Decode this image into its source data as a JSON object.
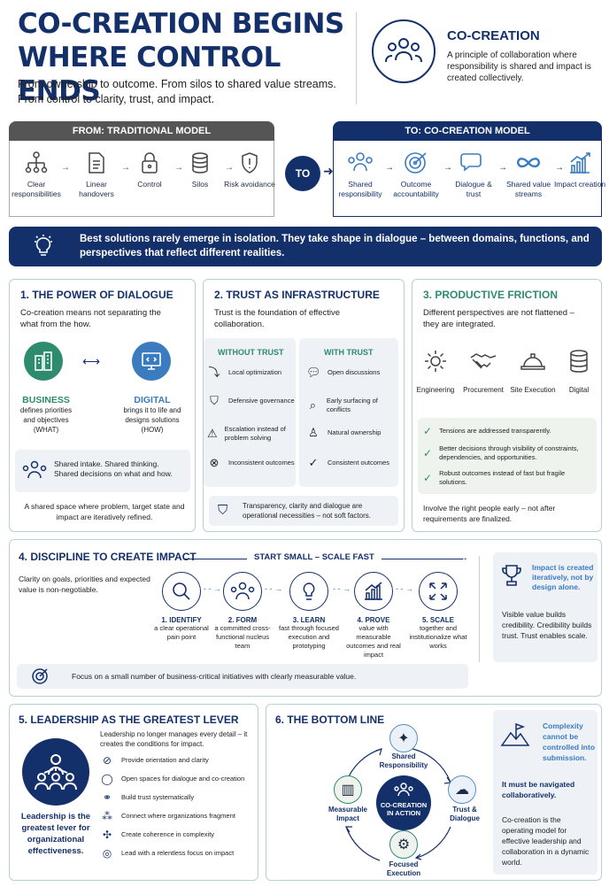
{
  "header": {
    "title_line1": "CO-CREATION BEGINS",
    "title_line2": "WHERE CONTROL ENDS",
    "subtitle_line1": "From ownership to outcome. From silos to shared value streams.",
    "subtitle_line2": "From control to clarity, trust, and impact.",
    "co_title": "CO-CREATION",
    "co_desc": "A principle of collaboration where responsibility is shared and impact is created collectively."
  },
  "from": {
    "label": "FROM: TRADITIONAL MODEL",
    "items": [
      "Clear responsibilities",
      "Linear handovers",
      "Control",
      "Silos",
      "Risk avoidance"
    ]
  },
  "to_label": "TO",
  "to": {
    "label": "TO: CO-CREATION MODEL",
    "items": [
      "Shared responsibility",
      "Outcome accountability",
      "Dialogue & trust",
      "Shared value streams",
      "Impact creation"
    ]
  },
  "banner": {
    "line1": "Best solutions rarely emerge in isolation. They take shape in dialogue – between domains, functions, and",
    "line2": "perspectives that reflect different realities."
  },
  "p1": {
    "title": "1.  THE POWER OF DIALOGUE",
    "intro": "Co-creation means not separating the what from the how.",
    "business_title": "BUSINESS",
    "business_desc": "defines priorities and objectives (WHAT)",
    "digital_title": "DIGITAL",
    "digital_desc": "brings it to life and designs solutions (HOW)",
    "shared_line1": "Shared intake. Shared thinking.",
    "shared_line2": "Shared decisions on what and how.",
    "footer": "A shared space where problem, target state and impact are iteratively refined."
  },
  "p2": {
    "title": "2.  TRUST AS INFRASTRUCTURE",
    "intro": "Trust is the foundation of effective collaboration.",
    "without": "WITHOUT TRUST",
    "with": "WITH TRUST",
    "without_items": [
      "Local optimization",
      "Defensive governance",
      "Escalation instead of problem solving",
      "Inconsistent outcomes"
    ],
    "with_items": [
      "Open discussions",
      "Early surfacing of conflicts",
      "Natural ownership",
      "Consistent outcomes"
    ],
    "footer": "Transparency, clarity and dialogue are operational necessities – not soft factors."
  },
  "p3": {
    "title": "3.  PRODUCTIVE FRICTION",
    "intro": "Different perspectives are not flattened – they are integrated.",
    "roles": [
      "Engineering",
      "Procurement",
      "Site Execution",
      "Digital"
    ],
    "checks": [
      "Tensions are addressed transparently.",
      "Better decisions through visibility of constraints, dependencies, and opportunities.",
      "Robust outcomes instead of fast but fragile solutions."
    ],
    "footer": "Involve the right people early – not after requirements are finalized."
  },
  "p4": {
    "title": "4.  DISCIPLINE TO CREATE IMPACT",
    "start": "START SMALL – SCALE FAST",
    "intro": "Clarity on goals, priorities and expected value is non-negotiable.",
    "steps": [
      {
        "n": "1. IDENTIFY",
        "d": "a clear operational pain point"
      },
      {
        "n": "2. FORM",
        "d": "a committed cross-functional nucleus team"
      },
      {
        "n": "3. LEARN",
        "d": "fast through focused execution and prototyping"
      },
      {
        "n": "4. PROVE",
        "d": "value with measurable outcomes and real impact"
      },
      {
        "n": "5. SCALE",
        "d": "together and institutionalize what works"
      }
    ],
    "impact_title": "Impact is created iteratively, not by design alone.",
    "impact_desc": "Visible value builds credibility. Credibility builds trust. Trust enables scale.",
    "focus": "Focus on a small number of business-critical initiatives with clearly measurable value."
  },
  "p5": {
    "title": "5.  LEADERSHIP AS THE GREATEST LEVER",
    "intro": "Leadership no longer manages every detail – it creates the conditions for impact.",
    "items": [
      "Provide orientation and clarity",
      "Open spaces for dialogue and co-creation",
      "Build trust systematically",
      "Connect where organizations fragment",
      "Create coherence in complexity",
      "Lead with a relentless focus on impact"
    ],
    "lever": "Leadership is the greatest lever for organizational effectiveness."
  },
  "p6": {
    "title": "6.  THE BOTTOM LINE",
    "center": "CO-CREATION IN ACTION",
    "nodes": [
      "Shared Responsibility",
      "Trust & Dialogue",
      "Focused Execution",
      "Measurable Impact"
    ],
    "complexity": "Complexity cannot be controlled into submission.",
    "navigated": "It must be navigated collaboratively.",
    "operating": "Co-creation is the operating model for effective leadership and collaboration in a dynamic world."
  },
  "colors": {
    "navy": "#14306b",
    "teal": "#2e8b6e",
    "accent_blue": "#3b7bc0"
  }
}
